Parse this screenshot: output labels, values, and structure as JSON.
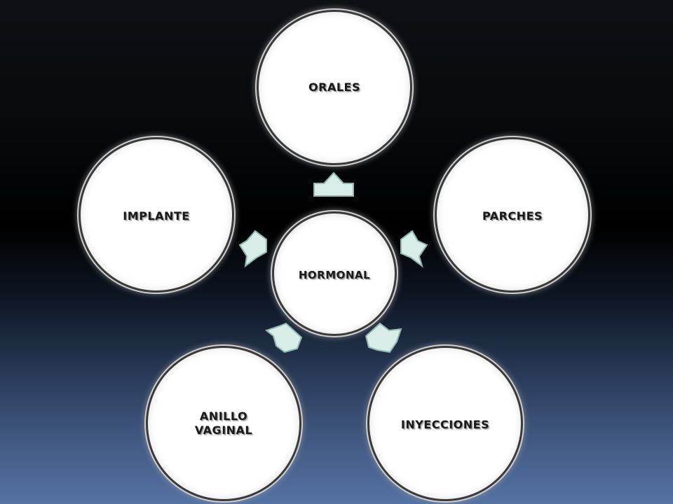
{
  "diagram": {
    "center": {
      "label": "HORMONAL"
    },
    "nodes": [
      {
        "id": "orales",
        "label": "ORALES"
      },
      {
        "id": "parches",
        "label": "PARCHES"
      },
      {
        "id": "inyecciones",
        "label": "INYECCIONES"
      },
      {
        "id": "anillo-vaginal",
        "label": "ANILLO\nVAGINAL"
      },
      {
        "id": "implante",
        "label": "IMPLANTE"
      }
    ],
    "arrow_color": "#d8ece8",
    "node_color": "#ffffff"
  }
}
